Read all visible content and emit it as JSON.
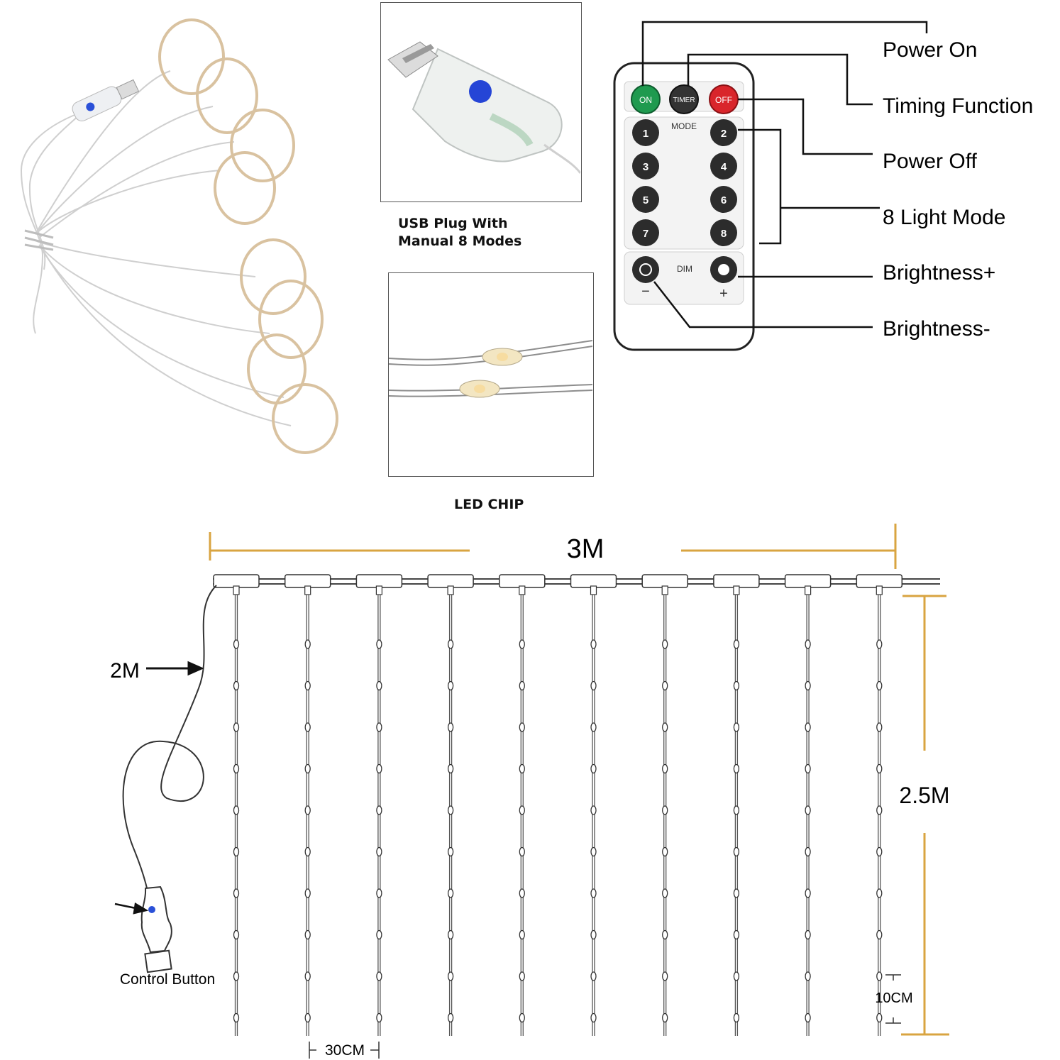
{
  "usb_photo": {
    "caption_line1": "USB Plug With",
    "caption_line2": "Manual 8 Modes"
  },
  "led_photo": {
    "caption": "LED CHIP"
  },
  "remote": {
    "on_button": "ON",
    "timer_button": "TIMER",
    "off_button": "OFF",
    "mode_label": "MODE",
    "mode_buttons": [
      "1",
      "2",
      "3",
      "4",
      "5",
      "6",
      "7",
      "8"
    ],
    "dim_label": "DIM",
    "minus_sign": "−",
    "plus_sign": "+"
  },
  "callouts": {
    "power_on": "Power On",
    "timing_function": "Timing Function",
    "power_off": "Power Off",
    "light_mode": "8  Light Mode",
    "brightness_plus": "Brightness+",
    "brightness_minus": "Brightness-"
  },
  "dimensions": {
    "width": "3M",
    "height": "2.5M",
    "lead_cable": "2M",
    "strand_spacing": "30CM",
    "bulb_spacing": "10CM",
    "control_button": "Control Button"
  },
  "colors": {
    "accent": "#d9a441",
    "on_green": "#1f9a4f",
    "off_red": "#d9252b",
    "button_dark": "#2c2c2c",
    "usb_blue": "#2a50d8"
  }
}
